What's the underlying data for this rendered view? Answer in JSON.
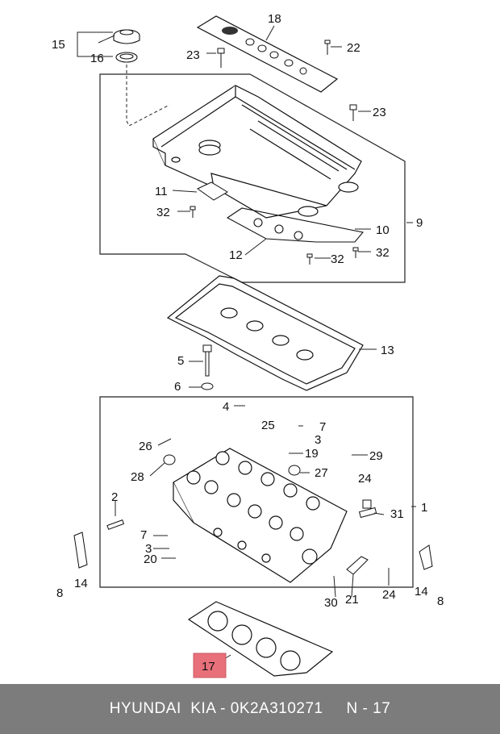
{
  "callouts": {
    "c1": "1",
    "c2": "2",
    "c3a": "3",
    "c3b": "3",
    "c4": "4",
    "c5": "5",
    "c6": "6",
    "c7a": "7",
    "c7b": "7",
    "c8a": "8",
    "c8b": "8",
    "c9": "9",
    "c10": "10",
    "c11": "11",
    "c12": "12",
    "c13": "13",
    "c14a": "14",
    "c14b": "14",
    "c15": "15",
    "c16": "16",
    "c17": "17",
    "c18": "18",
    "c19": "19",
    "c20": "20",
    "c21": "21",
    "c22": "22",
    "c23a": "23",
    "c23b": "23",
    "c24a": "24",
    "c24b": "24",
    "c25": "25",
    "c26": "26",
    "c27": "27",
    "c28": "28",
    "c29": "29",
    "c30": "30",
    "c31": "31",
    "c32a": "32",
    "c32b": "32",
    "c32c": "32"
  },
  "highlight_color": "#e8707a",
  "footer": {
    "text": "HYUNDAI  KIA - 0K2A310271     N - 17",
    "background": "#7c7c7c"
  }
}
